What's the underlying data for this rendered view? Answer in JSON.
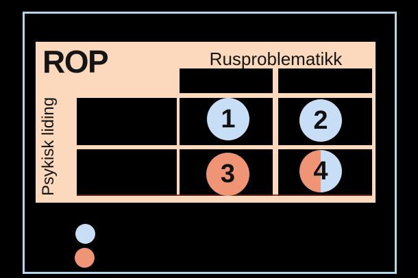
{
  "diagram": {
    "title": "ROP",
    "column_group_label": "Rusproblematikk",
    "row_group_label": "Psykisk liding",
    "circles": [
      {
        "label": "1",
        "fill": "light-blue",
        "row": 1,
        "col": 1
      },
      {
        "label": "2",
        "fill": "light-blue",
        "row": 1,
        "col": 2
      },
      {
        "label": "3",
        "fill": "orange",
        "row": 2,
        "col": 1
      },
      {
        "label": "4",
        "fill": "half-orange-half-blue",
        "row": 2,
        "col": 2
      }
    ],
    "legend": [
      {
        "swatch": "blue-circle",
        "color": "#c7def6"
      },
      {
        "swatch": "orange-circle",
        "color": "#ef9474"
      }
    ],
    "colors": {
      "background": "#000000",
      "frame_border": "#b3d8ee",
      "panel": "#fcd9bc",
      "cell": "#000000",
      "circle_blue": "#c7def6",
      "circle_orange": "#ef9474",
      "accent_line": "#6b2519",
      "text": "#151515"
    }
  }
}
